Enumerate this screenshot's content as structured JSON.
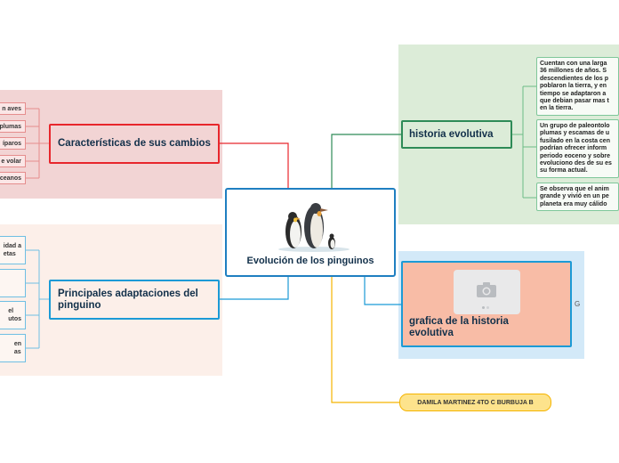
{
  "center": {
    "title": "Evolución de los pinguinos"
  },
  "left_top": {
    "title": "Características de sus cambios",
    "items": [
      "n aves",
      "plumas",
      "íparos",
      "e volar",
      "ceanos"
    ]
  },
  "left_bottom": {
    "title": "Principales adaptaciones del pinguino",
    "items": [
      "idad a\netas",
      "",
      "el\nutos",
      "en\nas"
    ]
  },
  "right_top": {
    "title": "historia evolutiva",
    "items": [
      "Cuentan con una larga\n36 millones de años. S\ndescendientes de los p\npoblaron la tierra, y en\ntiempo se adaptaron a\nque debian pasar mas t\nen la tierra.",
      "Un grupo de paleontolo\nplumas y escamas de u\nfusilado en la costa cen\npodrían ofrecer inform\nperiodo eoceno y sobre\nevoluciono des de su es\nsu forma actual.",
      "Se observa que el anim\ngrande y vivió en un pe\nplaneta era muy cálido"
    ]
  },
  "right_image": {
    "title": "grafica de la historia evolutiva",
    "marker": "G"
  },
  "author_tag": {
    "label": "DAMILA MARTINEZ 4TO C BURBUJA B"
  },
  "colors": {
    "red": "#e8262c",
    "blue": "#1b9ad6",
    "green": "#2e8b57",
    "yellow": "#f5b400",
    "center_border": "#1f7fc1"
  }
}
